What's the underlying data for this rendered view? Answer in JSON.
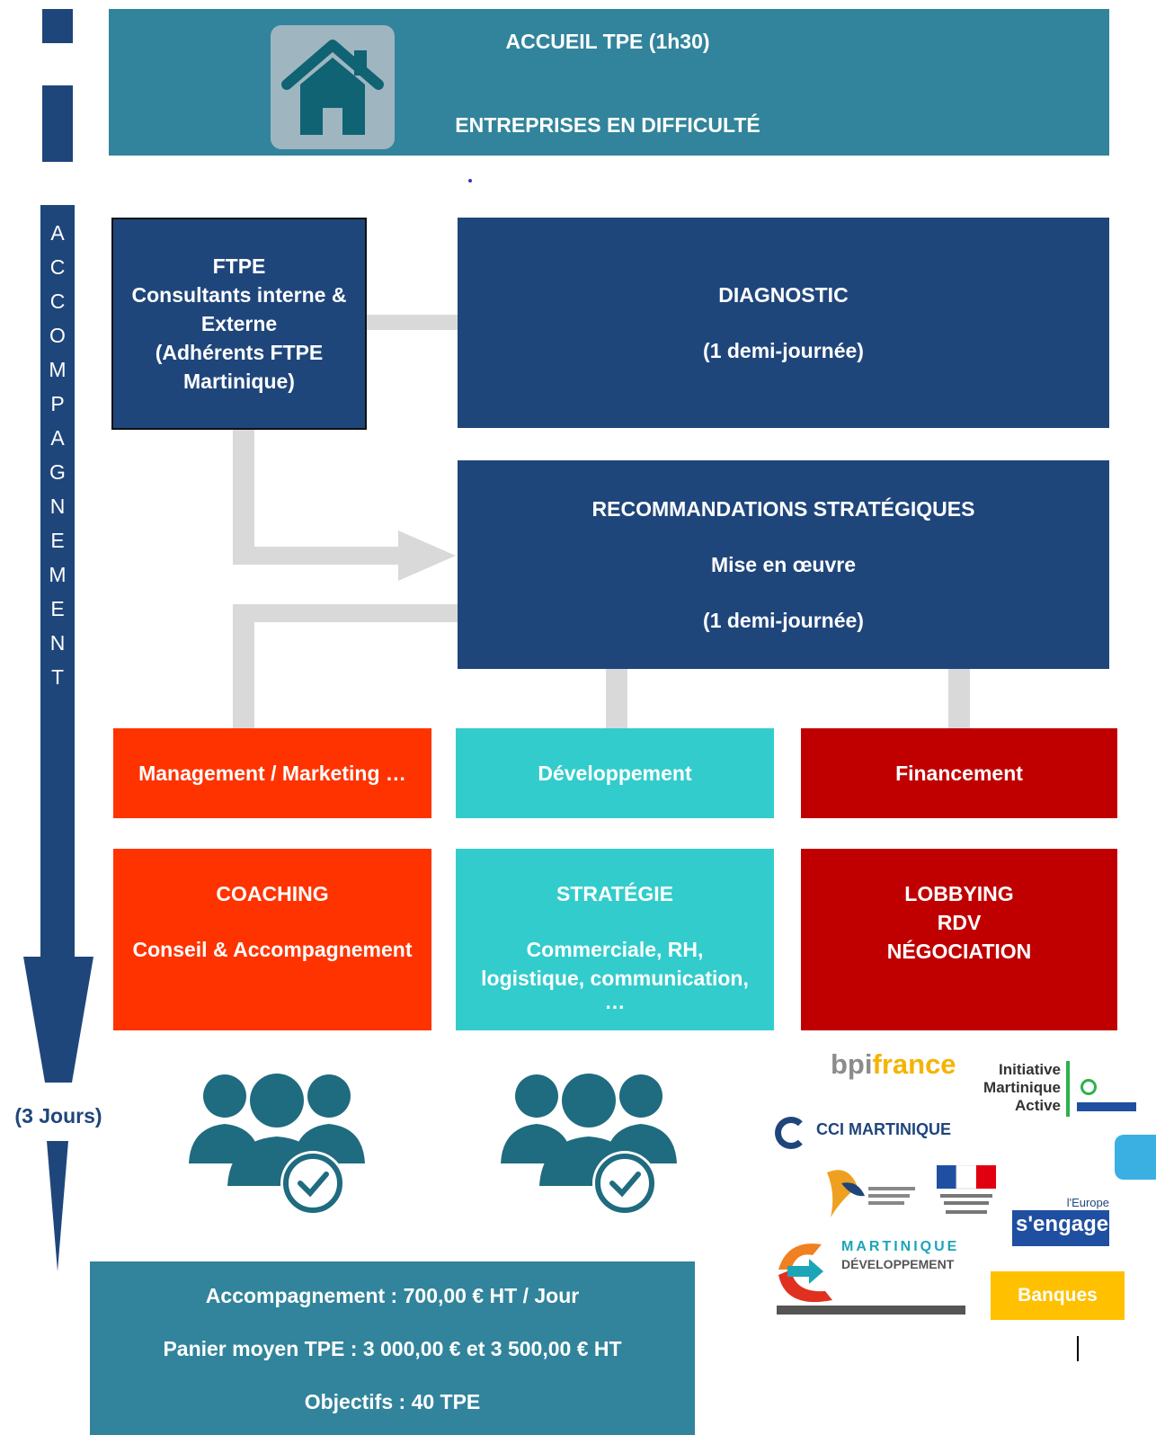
{
  "header": {
    "line1": "ACCUEIL TPE (1h30)",
    "line2": "ENTREPRISES EN DIFFICULTÉ",
    "icon": "house-icon"
  },
  "timeline": {
    "letters": [
      "A",
      "C",
      "C",
      "O",
      "M",
      "P",
      "A",
      "G",
      "N",
      "E",
      "M",
      "E",
      "N",
      "T"
    ],
    "duration": "(3 Jours)"
  },
  "ftpe": {
    "title": "FTPE",
    "line1": "Consultants interne &",
    "line2": "Externe",
    "line3": "(Adhérents FTPE",
    "line4": "Martinique)"
  },
  "diagnostic": {
    "title": "DIAGNOSTIC",
    "duration": "(1 demi-journée)"
  },
  "recommandations": {
    "title": "RECOMMANDATIONS STRATÉGIQUES",
    "subtitle": "Mise en œuvre",
    "duration": "(1 demi-journée)"
  },
  "categories": [
    {
      "label": "Management / Marketing …",
      "color": "#ff3300"
    },
    {
      "label": "Développement",
      "color": "#33cccc"
    },
    {
      "label": "Financement",
      "color": "#c00000"
    }
  ],
  "details": [
    {
      "title": "COACHING",
      "text1": "Conseil & Accompagnement"
    },
    {
      "title": "STRATÉGIE",
      "text1": "Commerciale, RH,",
      "text2": "logistique, communication,",
      "text3": "…"
    },
    {
      "title": "LOBBYING",
      "text1": "RDV",
      "text2": "NÉGOCIATION"
    }
  ],
  "partners": {
    "bpi_a": "bpi",
    "bpi_b": "france",
    "initiative": [
      "Initiative",
      "Martinique",
      "Active"
    ],
    "cci": "CCI MARTINIQUE",
    "martinique_dev_1": "MARTINIQUE",
    "martinique_dev_2": "DÉVELOPPEMENT",
    "europe_1": "l'Europe",
    "europe_2": "s'engage",
    "banques": "Banques"
  },
  "footer": {
    "line1": "Accompagnement : 700,00 € HT / Jour",
    "line2": "Panier moyen TPE : 3 000,00 € et 3 500,00 € HT",
    "line3": "Objectifs : 40 TPE"
  },
  "colors": {
    "navy": "#1f467b",
    "teal": "#31849b",
    "orange": "#ff3300",
    "cyan": "#33cccc",
    "red": "#c00000",
    "connector": "#d9d9d9",
    "banques": "#ffc000"
  }
}
